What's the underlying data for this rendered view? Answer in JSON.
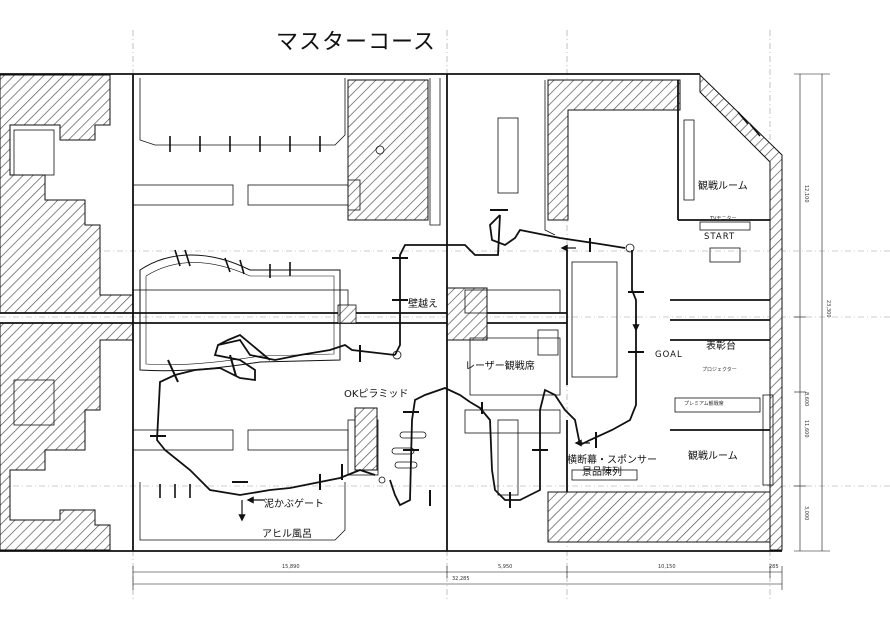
{
  "title": "マスターコース",
  "labels": {
    "kansen_room_upper": "観戦ルーム",
    "kansen_room_lower": "観戦ルーム",
    "start": "START",
    "goal": "GOAL",
    "hyoshodai": "表彰台",
    "kabegoe": "壁越え",
    "laser": "レーザー観戦席",
    "ok_pyramid": "OKピラミッド",
    "doro_gate": "泥かぶゲート",
    "ahiru": "アヒル風呂",
    "sponsor_line1": "横断幕・スポンサー",
    "sponsor_line2": "景品陳列",
    "tv_monitor": "TVモニター",
    "projector": "プロジェクター",
    "premium": "プレミアム観戦席"
  },
  "dimensions": {
    "h_15890": "15,890",
    "h_5950": "5,950",
    "h_10150": "10,150",
    "h_285": "285",
    "h_total": "32,285",
    "v_12100": "12,100",
    "v_23300": "23,300",
    "v_8600": "8,600",
    "v_11600": "11,600",
    "v_3000": "3,000"
  },
  "colors": {
    "ink": "#111111",
    "grid": "#9a9a9a",
    "hatch": "#555555"
  }
}
